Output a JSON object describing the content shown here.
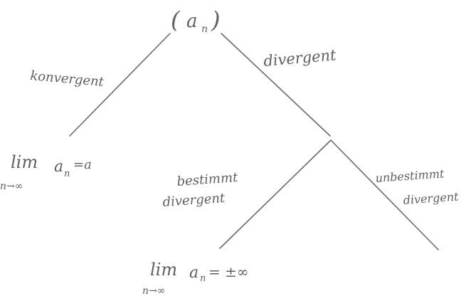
{
  "root": {
    "paren_open": "(",
    "var": "a",
    "sub": "n",
    "paren_close": ")"
  },
  "branches": {
    "left_label": "konvergent",
    "right_label": "divergent",
    "sub_left_label_line1": "bestimmt",
    "sub_left_label_line2": "divergent",
    "sub_right_label_line1": "unbestimmt",
    "sub_right_label_line2": "divergent"
  },
  "formulas": {
    "convergent": {
      "lim": "lim",
      "var": "a",
      "sub": "n",
      "rhs": "=a",
      "below": "n→∞"
    },
    "bestimmt": {
      "lim": "lim",
      "var": "a",
      "sub": "n",
      "rhs": "= ±∞",
      "below": "n→∞"
    }
  },
  "colors": {
    "ink": "#5f5f5f",
    "background": "#ffffff"
  }
}
